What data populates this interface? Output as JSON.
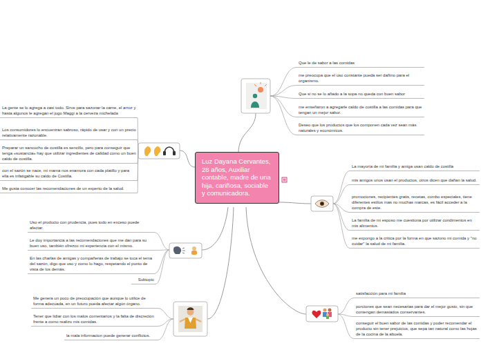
{
  "diagram": {
    "nodes": [
      {
        "text": [
          "Luz Dayana Cervantes, 28 años, Auxiliar contable, madre de una hija, cariñosa, sociable y comunicadora."
        ]
      }
    ],
    "labels": [
      "Que le de sabor a las comidas",
      "me preocupa que el uso constante pueda ser dañino para el organismo.",
      "Que si no se lo añado a la sopa no queda con buen sabor",
      "me enseñaron a agregarle caldo de costilla a las comidas para que tengan un mejor sabor.",
      "Deseo que los productos que los componen cada vez sean más naturales y económicos.",
      "La mayoría de mi familia y amiga usan caldo de costilla",
      "mis amigos unos usan el productos, otros dicen que dañan la salud.",
      "promociones, recipientes gratis, recetas, combo especiales, tiene diferentes estilos mas no muchas marcas, es fácil acceder a la compra de este.",
      "La familia de mi esposo me cuestiona por utilizar condimentos en mis alimentos.",
      "me expongo a la critica por la forma en que sazono mi comida y \"no cuidar\" la salud de mi familia.",
      "satisfacción para mi familia",
      "porciones que sean necesarias para dar el mejor gusto, sin que contengan demasiados conservantes.",
      "conseguir el buen sabor de las comidas y poder recomendar el producto sin tener prejuicios, que sepa tan natural como las hojas de la cocina de la abuela.",
      "La gente se lo agrega a casi todo. Sirve para sazonar la carne, el arroz y hasta algunos le agregan el jugo Maggi a la cerveza michelada",
      "Los consumidores lo encuentran sabroso, rápido de usar y con un precio relativamente razonable.",
      "Preparar un  sancocho de costilla  es sencillo, pero para conseguir que tenga «sustancia» hay que utilizar ingredientes de calidad como un buen caldo de costilla.",
      "con el sazón se nace, mi mama nos enamora con cada platillo y para ella es infatigable su caldo de Costilla.",
      "Me gusta conocer las recomendaciones de un experto de la salud.",
      "Uso el producto con prudencia, pues todo en exceso puede afectar.",
      "Le doy importancia a las recomendaciones que me dan para su buen uso, también ofrezco mi experiencia con el mismo.",
      "En las charlas de amigas y compañeras de trabajo se toca el tema del sazón, digo que uso y como lo hago, respetando el punto de vista de los demás.",
      "Subtopic",
      "Me genera un poco de preocupación que aunque lo utilice de forma adecuada, en un futuro pueda afectar algún órgano.",
      "Tener que lidiar con los malos comentarios y la falta de discreción frente a como realizo mis comidas.",
      "la mala informacion puede generar conflictos."
    ]
  }
}
